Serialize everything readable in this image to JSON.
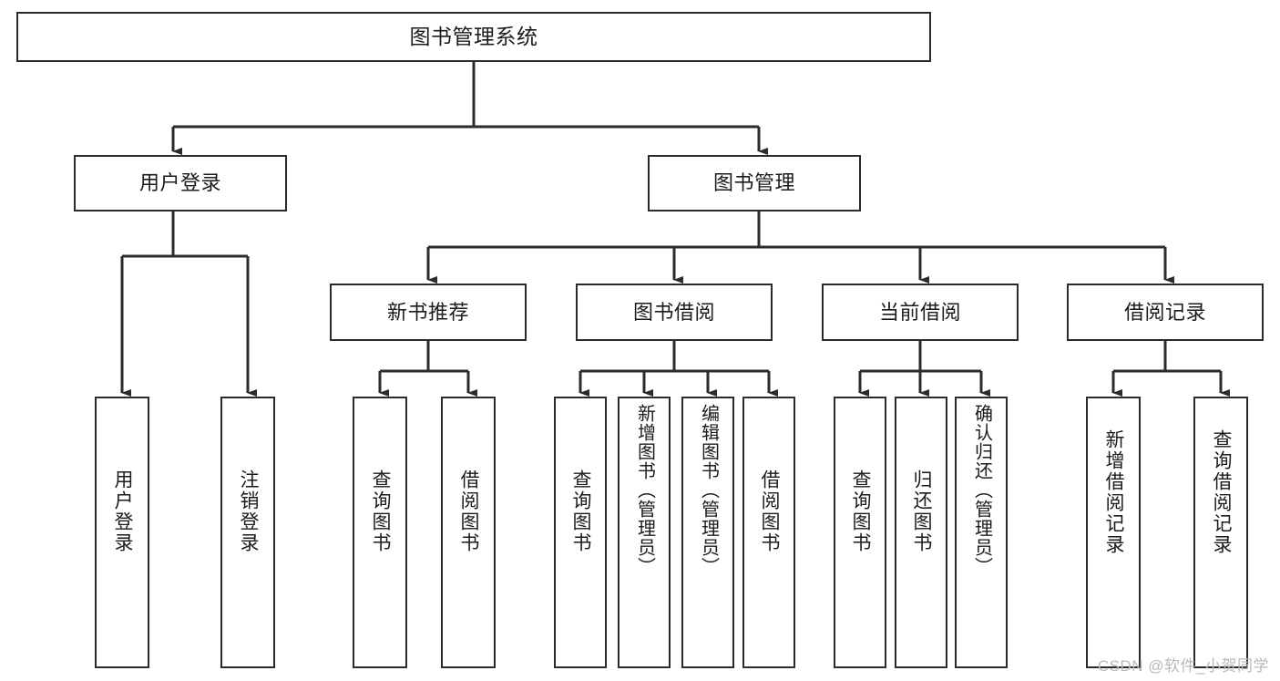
{
  "diagram": {
    "type": "tree-hierarchy",
    "title": "图书管理系统",
    "orientation": "top-down",
    "colors": {
      "node_border": "#2b2b2b",
      "node_fill": "#ffffff",
      "edge": "#2b2b2b",
      "text": "#1b1b1b",
      "watermark": "#b9b9b9"
    },
    "watermark": "CSDN @软件_小贺同学"
  },
  "nodes": {
    "root": {
      "id": "root",
      "label": "图书管理系统",
      "level": 1
    },
    "level2": [
      {
        "id": "user-login",
        "label": "用户登录",
        "level": 2
      },
      {
        "id": "book-manage",
        "label": "图书管理",
        "level": 2
      }
    ],
    "level3": [
      {
        "id": "new-book-recommend",
        "label": "新书推荐",
        "level": 3,
        "parent": "book-manage"
      },
      {
        "id": "book-borrow",
        "label": "图书借阅",
        "level": 3,
        "parent": "book-manage"
      },
      {
        "id": "current-borrow",
        "label": "当前借阅",
        "level": 3,
        "parent": "book-manage"
      },
      {
        "id": "borrow-record",
        "label": "借阅记录",
        "level": 3,
        "parent": "book-manage"
      }
    ],
    "leaves": [
      {
        "id": "leaf-user-login",
        "label": "用户登录",
        "parent": "user-login"
      },
      {
        "id": "leaf-user-logout",
        "label": "注销登录",
        "parent": "user-login"
      },
      {
        "id": "leaf-query-book-1",
        "label": "查询图书",
        "parent": "new-book-recommend"
      },
      {
        "id": "leaf-borrow-book-1",
        "label": "借阅图书",
        "parent": "new-book-recommend"
      },
      {
        "id": "leaf-query-book-2",
        "label": "查询图书",
        "parent": "book-borrow"
      },
      {
        "id": "leaf-add-book",
        "label": "新增图书（管理员）",
        "parent": "book-borrow"
      },
      {
        "id": "leaf-edit-book",
        "label": "编辑图书（管理员）",
        "parent": "book-borrow"
      },
      {
        "id": "leaf-borrow-book-2",
        "label": "借阅图书",
        "parent": "book-borrow"
      },
      {
        "id": "leaf-query-book-3",
        "label": "查询图书",
        "parent": "current-borrow"
      },
      {
        "id": "leaf-return-book",
        "label": "归还图书",
        "parent": "current-borrow"
      },
      {
        "id": "leaf-confirm-return",
        "label": "确认归还（管理员）",
        "parent": "current-borrow"
      },
      {
        "id": "leaf-add-record",
        "label": "新增借阅记录",
        "parent": "borrow-record"
      },
      {
        "id": "leaf-query-record",
        "label": "查询借阅记录",
        "parent": "borrow-record"
      }
    ]
  }
}
